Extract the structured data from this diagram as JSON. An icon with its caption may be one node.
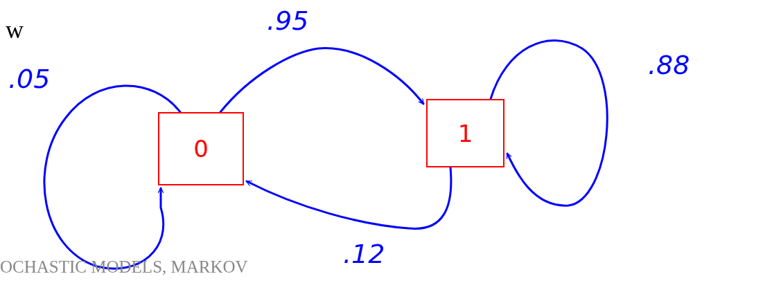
{
  "diagram": {
    "nodes": [
      {
        "text": [
          "0"
        ]
      },
      {
        "text": [
          "1"
        ]
      }
    ],
    "edges": [
      {
        "from": 0,
        "to": 0,
        "arrow": "to",
        "label": ".05"
      },
      {
        "from": 0,
        "to": 1,
        "arrow": "to",
        "label": ".95"
      },
      {
        "from": 1,
        "to": 0,
        "arrow": "to",
        "label": ".12"
      },
      {
        "from": 1,
        "to": 1,
        "arrow": "to",
        "label": ".88"
      }
    ],
    "labels": [
      "w",
      "OCHASTIC MODELS, MARKOV"
    ]
  }
}
